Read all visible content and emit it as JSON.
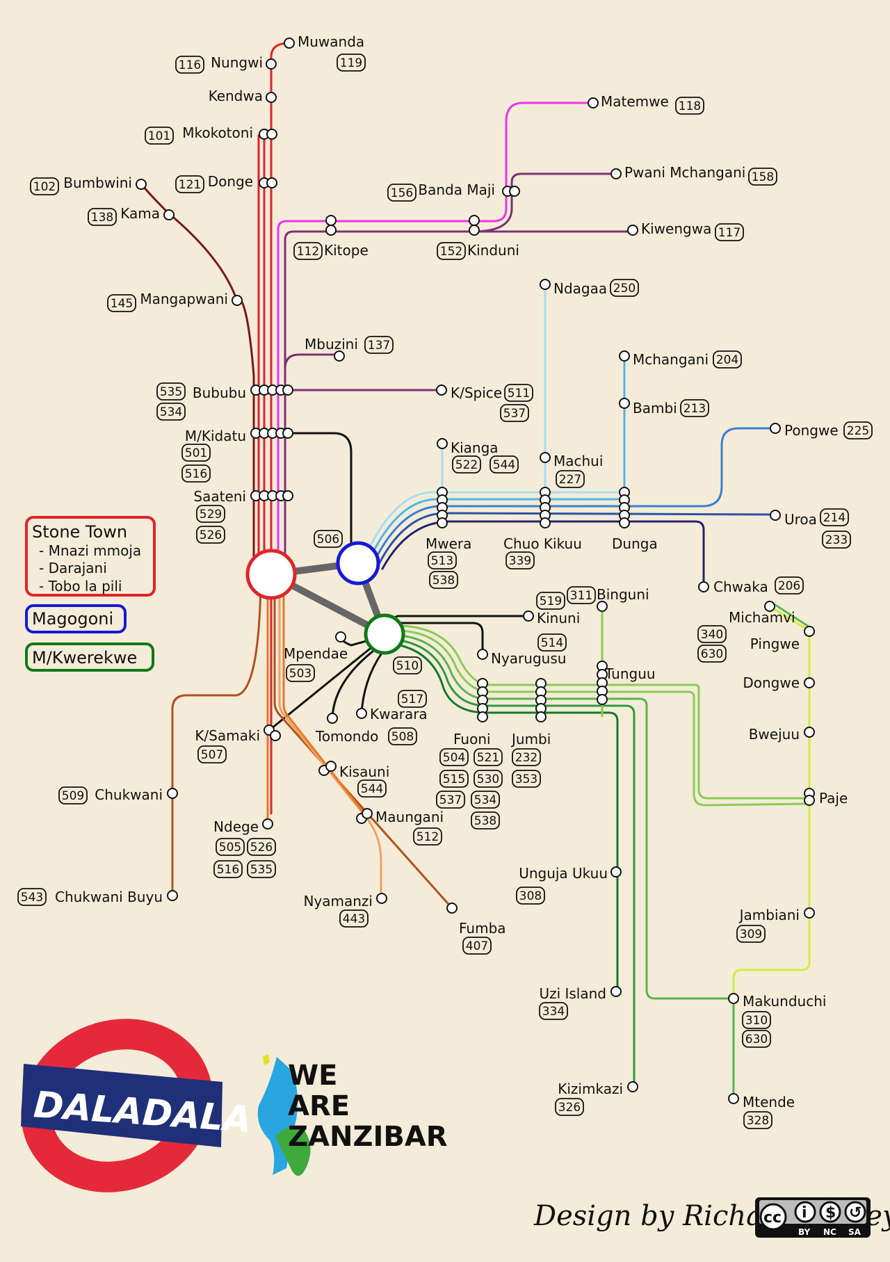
{
  "legend": {
    "stone_town": {
      "title": "Stone Town",
      "items": [
        "- Mnazi mmoja",
        "- Darajani",
        "- Tobo la pili"
      ]
    },
    "magogoni": "Magogoni",
    "mkwerekwe": "M/Kwerekwe"
  },
  "colors": {
    "background": "#f4ecd8",
    "stone_town": "#e0242b",
    "magogoni": "#1818d8",
    "mkwerekwe": "#0d7a16",
    "north_route": "#e0242b",
    "bumbwini_route": "#7a1818",
    "kitope_route": "#ee33ee",
    "kinduni_route": "#7c3074",
    "east_routes": [
      "#a8dcf2",
      "#4fb6e6",
      "#3a7fd0",
      "#2c52a6",
      "#24246e"
    ],
    "south_routes": [
      "#cdee3f",
      "#8acb55",
      "#5ab34e",
      "#2f9a3e",
      "#127a2c"
    ],
    "south_west_routes": [
      "#b0501f",
      "#e8762a",
      "#f0a060"
    ]
  },
  "stations": [
    {
      "id": "muwanda",
      "name": "Muwanda",
      "routes": [
        "119"
      ]
    },
    {
      "id": "nungwi",
      "name": "Nungwi",
      "routes": [
        "116"
      ]
    },
    {
      "id": "kendwa",
      "name": "Kendwa",
      "routes": []
    },
    {
      "id": "mkokotoni",
      "name": "Mkokotoni",
      "routes": [
        "101"
      ]
    },
    {
      "id": "donge",
      "name": "Donge",
      "routes": [
        "121"
      ]
    },
    {
      "id": "bumbwini",
      "name": "Bumbwini",
      "routes": [
        "102"
      ]
    },
    {
      "id": "kama",
      "name": "Kama",
      "routes": [
        "138"
      ]
    },
    {
      "id": "mangapwani",
      "name": "Mangapwani",
      "routes": [
        "145"
      ]
    },
    {
      "id": "matemwe",
      "name": "Matemwe",
      "routes": [
        "118"
      ]
    },
    {
      "id": "pwani_mchangani",
      "name": "Pwani Mchangani",
      "routes": [
        "158"
      ]
    },
    {
      "id": "banda_maji",
      "name": "Banda Maji",
      "routes": [
        "156"
      ]
    },
    {
      "id": "kiwengwa",
      "name": "Kiwengwa",
      "routes": [
        "117"
      ]
    },
    {
      "id": "kitope",
      "name": "Kitope",
      "routes": [
        "112"
      ]
    },
    {
      "id": "kinduni",
      "name": "Kinduni",
      "routes": [
        "152"
      ]
    },
    {
      "id": "ndagaa",
      "name": "Ndagaa",
      "routes": [
        "250"
      ]
    },
    {
      "id": "mbuzini",
      "name": "Mbuzini",
      "routes": [
        "137"
      ]
    },
    {
      "id": "mchangani",
      "name": "Mchangani",
      "routes": [
        "204"
      ]
    },
    {
      "id": "bambi",
      "name": "Bambi",
      "routes": [
        "213"
      ]
    },
    {
      "id": "bububu",
      "name": "Bububu",
      "routes": [
        "535",
        "534"
      ]
    },
    {
      "id": "kspice",
      "name": "K/Spice",
      "routes": [
        "511",
        "537"
      ]
    },
    {
      "id": "pongwe",
      "name": "Pongwe",
      "routes": [
        "225"
      ]
    },
    {
      "id": "mkidatu",
      "name": "M/Kidatu",
      "routes": [
        "501",
        "516"
      ]
    },
    {
      "id": "kianga",
      "name": "Kianga",
      "routes": [
        "522",
        "544"
      ]
    },
    {
      "id": "machui",
      "name": "Machui",
      "routes": [
        "227"
      ]
    },
    {
      "id": "saateni",
      "name": "Saateni",
      "routes": [
        "529",
        "526"
      ]
    },
    {
      "id": "uroa",
      "name": "Uroa",
      "routes": [
        "214",
        "233"
      ]
    },
    {
      "id": "magogoni_hub",
      "name": "",
      "routes": [
        "506"
      ]
    },
    {
      "id": "mwera",
      "name": "Mwera",
      "routes": [
        "513",
        "538"
      ]
    },
    {
      "id": "chuo_kikuu",
      "name": "Chuo Kikuu",
      "routes": [
        "339"
      ]
    },
    {
      "id": "dunga",
      "name": "Dunga",
      "routes": []
    },
    {
      "id": "chwaka",
      "name": "Chwaka",
      "routes": [
        "206"
      ]
    },
    {
      "id": "binguni",
      "name": "Binguni",
      "routes": [
        "311"
      ]
    },
    {
      "id": "kinuni",
      "name": "Kinuni",
      "routes": [
        "519"
      ]
    },
    {
      "id": "michamvi",
      "name": "Michamvi",
      "routes": [
        "340",
        "630"
      ]
    },
    {
      "id": "pingwe",
      "name": "Pingwe",
      "routes": []
    },
    {
      "id": "mpendae",
      "name": "Mpendae",
      "routes": [
        "503"
      ]
    },
    {
      "id": "nyarugusu",
      "name": "Nyarugusu",
      "routes": [
        "514"
      ]
    },
    {
      "id": "mkwerekwe_hub",
      "name": "",
      "routes": [
        "510"
      ]
    },
    {
      "id": "tunguu",
      "name": "Tunguu",
      "routes": []
    },
    {
      "id": "dongwe",
      "name": "Dongwe",
      "routes": []
    },
    {
      "id": "kwarara",
      "name": "Kwarara",
      "routes": [
        "517"
      ]
    },
    {
      "id": "ksamaki",
      "name": "K/Samaki",
      "routes": [
        "507"
      ]
    },
    {
      "id": "tomondo",
      "name": "Tomondo",
      "routes": [
        "508"
      ]
    },
    {
      "id": "bwejuu",
      "name": "Bwejuu",
      "routes": []
    },
    {
      "id": "fuoni",
      "name": "Fuoni",
      "routes": [
        "504",
        "521",
        "515",
        "530",
        "537",
        "534",
        "538"
      ]
    },
    {
      "id": "jumbi",
      "name": "Jumbi",
      "routes": [
        "232",
        "353"
      ]
    },
    {
      "id": "kisauni",
      "name": "Kisauni",
      "routes": [
        "544"
      ]
    },
    {
      "id": "chukwani",
      "name": "Chukwani",
      "routes": [
        "509"
      ]
    },
    {
      "id": "paje",
      "name": "Paje",
      "routes": []
    },
    {
      "id": "ndege",
      "name": "Ndege",
      "routes": [
        "505",
        "526",
        "516",
        "535"
      ]
    },
    {
      "id": "maungani",
      "name": "Maungani",
      "routes": [
        "512"
      ]
    },
    {
      "id": "unguja_ukuu",
      "name": "Unguja Ukuu",
      "routes": [
        "308"
      ]
    },
    {
      "id": "chukwani_buyu",
      "name": "Chukwani Buyu",
      "routes": [
        "543"
      ]
    },
    {
      "id": "nyamanzi",
      "name": "Nyamanzi",
      "routes": [
        "443"
      ]
    },
    {
      "id": "fumba",
      "name": "Fumba",
      "routes": [
        "407"
      ]
    },
    {
      "id": "jambiani",
      "name": "Jambiani",
      "routes": [
        "309"
      ]
    },
    {
      "id": "uzi_island",
      "name": "Uzi Island",
      "routes": [
        "334"
      ]
    },
    {
      "id": "makunduchi",
      "name": "Makunduchi",
      "routes": [
        "310",
        "630"
      ]
    },
    {
      "id": "kizimkazi",
      "name": "Kizimkazi",
      "routes": [
        "326"
      ]
    },
    {
      "id": "mtende",
      "name": "Mtende",
      "routes": [
        "328"
      ]
    }
  ],
  "logos": {
    "daladala": "DALADALA",
    "we_are_zanzibar": [
      "WE",
      "ARE",
      "ZANZIBAR"
    ]
  },
  "credit": "Design by Richard Linney",
  "license": {
    "symbols": [
      "cc",
      "i",
      "$",
      "↺"
    ],
    "labels": [
      "BY",
      "NC",
      "SA"
    ]
  }
}
